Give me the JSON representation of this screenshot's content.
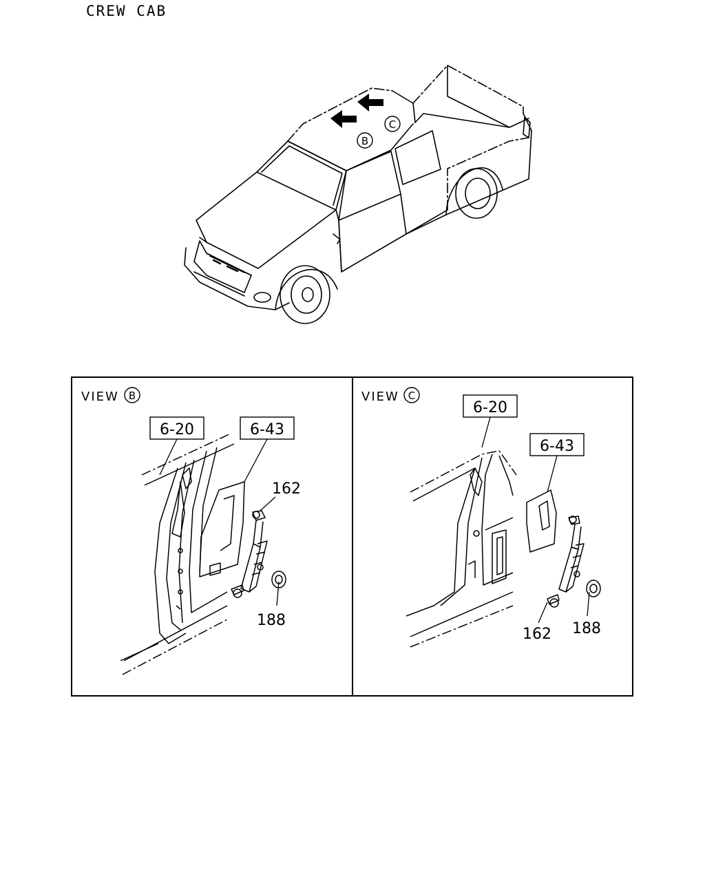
{
  "title": "CREW CAB",
  "overview": {
    "markers": [
      {
        "id": "marker-b",
        "letter": "B"
      },
      {
        "id": "marker-c",
        "letter": "C"
      }
    ]
  },
  "views": [
    {
      "label": "VIEW",
      "letter": "B",
      "callouts": {
        "ref_a": "6-20",
        "ref_b": "6-43",
        "part_a": "162",
        "part_b": "188"
      }
    },
    {
      "label": "VIEW",
      "letter": "C",
      "callouts": {
        "ref_a": "6-20",
        "ref_b": "6-43",
        "part_a": "162",
        "part_b": "188"
      }
    }
  ],
  "colors": {
    "line": "#000000",
    "background": "#ffffff"
  }
}
